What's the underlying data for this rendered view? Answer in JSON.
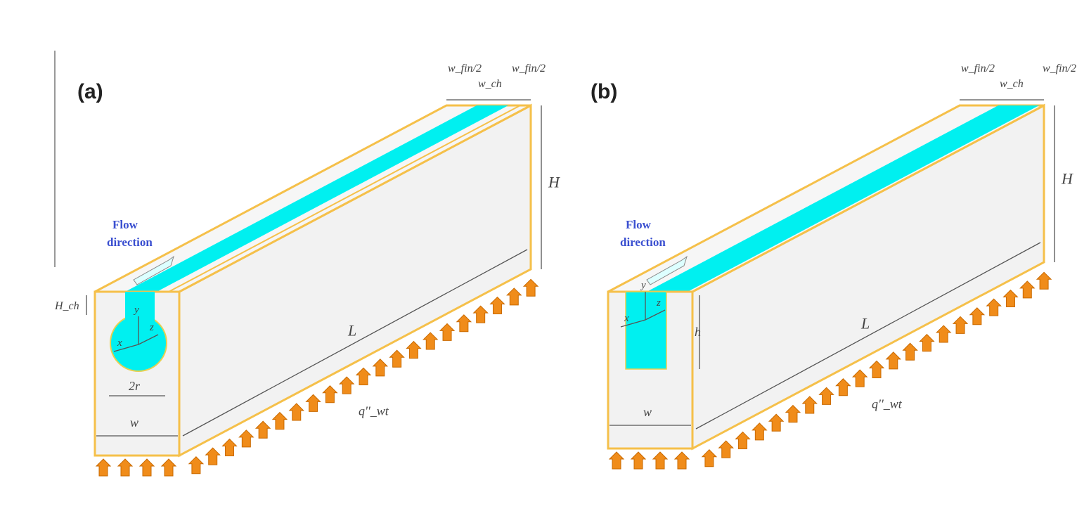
{
  "panels": [
    {
      "id": "a",
      "label": "(a)",
      "flow_label_1": "Flow",
      "flow_label_2": "direction",
      "dims": {
        "fin_half_left": "w_fin/2",
        "channel_width": "w_ch",
        "fin_half_right": "w_fin/2",
        "height": "H",
        "length": "L",
        "heat_flux": "q''_wt",
        "neck_height": "H_ch",
        "diameter": "2r",
        "width": "w",
        "axis_x": "x",
        "axis_y": "y",
        "axis_z": "z"
      }
    },
    {
      "id": "b",
      "label": "(b)",
      "flow_label_1": "Flow",
      "flow_label_2": "direction",
      "dims": {
        "fin_half_left": "w_fin/2",
        "channel_width": "w_ch",
        "fin_half_right": "w_fin/2",
        "height": "H",
        "length": "L",
        "heat_flux": "q''_wt",
        "channel_height": "h",
        "width": "w",
        "axis_x": "x",
        "axis_y": "y",
        "axis_z": "z"
      }
    }
  ],
  "colors": {
    "fluid": "#00f0f0",
    "wall_edge": "#f5c04a",
    "solid": "#f2f2f2",
    "heat_arrow": "#f08c1a",
    "flow_text": "#3a4fd0"
  }
}
